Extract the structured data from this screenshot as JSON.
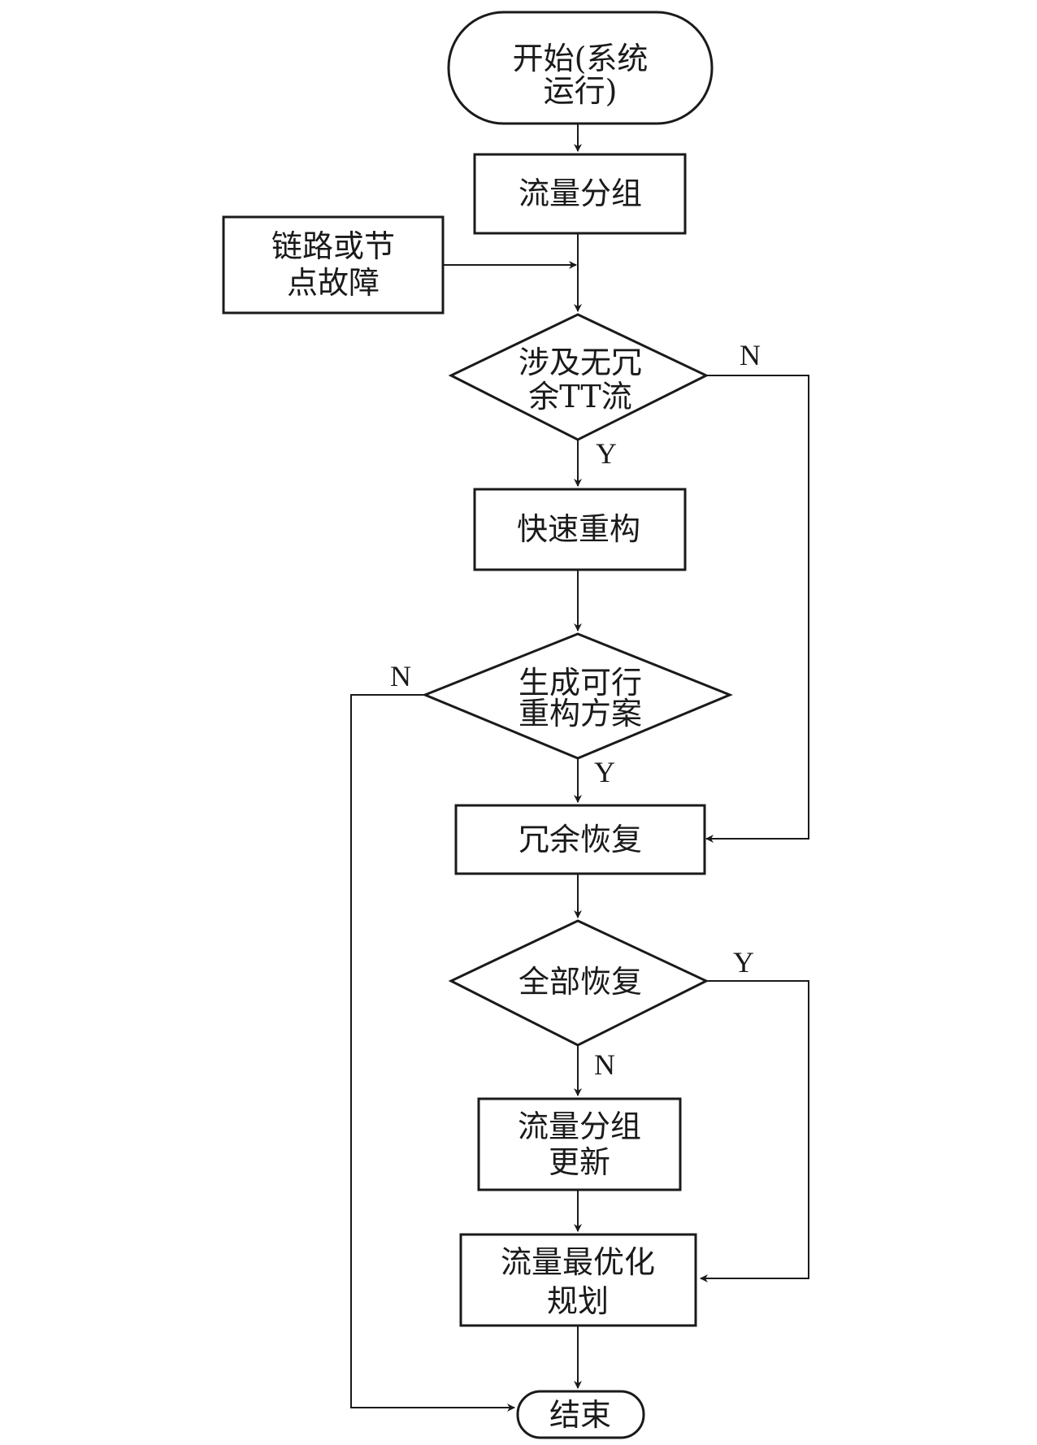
{
  "nodes": {
    "start": {
      "line1": "开始(系统",
      "line2": "运行)"
    },
    "flow_grouping": {
      "line1": "流量分组"
    },
    "link_node_fault": {
      "line1": "链路或节",
      "line2": "点故障"
    },
    "decision_non_redundant_tt": {
      "line1": "涉及无冗",
      "line2": "余TT流"
    },
    "fast_reconfig": {
      "line1": "快速重构"
    },
    "decision_feasible_plan": {
      "line1": "生成可行",
      "line2": "重构方案"
    },
    "redundancy_recovery": {
      "line1": "冗余恢复"
    },
    "decision_all_recovered": {
      "line1": "全部恢复"
    },
    "flow_grouping_update": {
      "line1": "流量分组",
      "line2": "更新"
    },
    "flow_optimization": {
      "line1": "流量最优化",
      "line2": "规划"
    },
    "end": {
      "line1": "结束"
    }
  },
  "edge_labels": {
    "d1_yes": "Y",
    "d1_no": "N",
    "d2_yes": "Y",
    "d2_no": "N",
    "d3_yes": "Y",
    "d3_no": "N"
  }
}
